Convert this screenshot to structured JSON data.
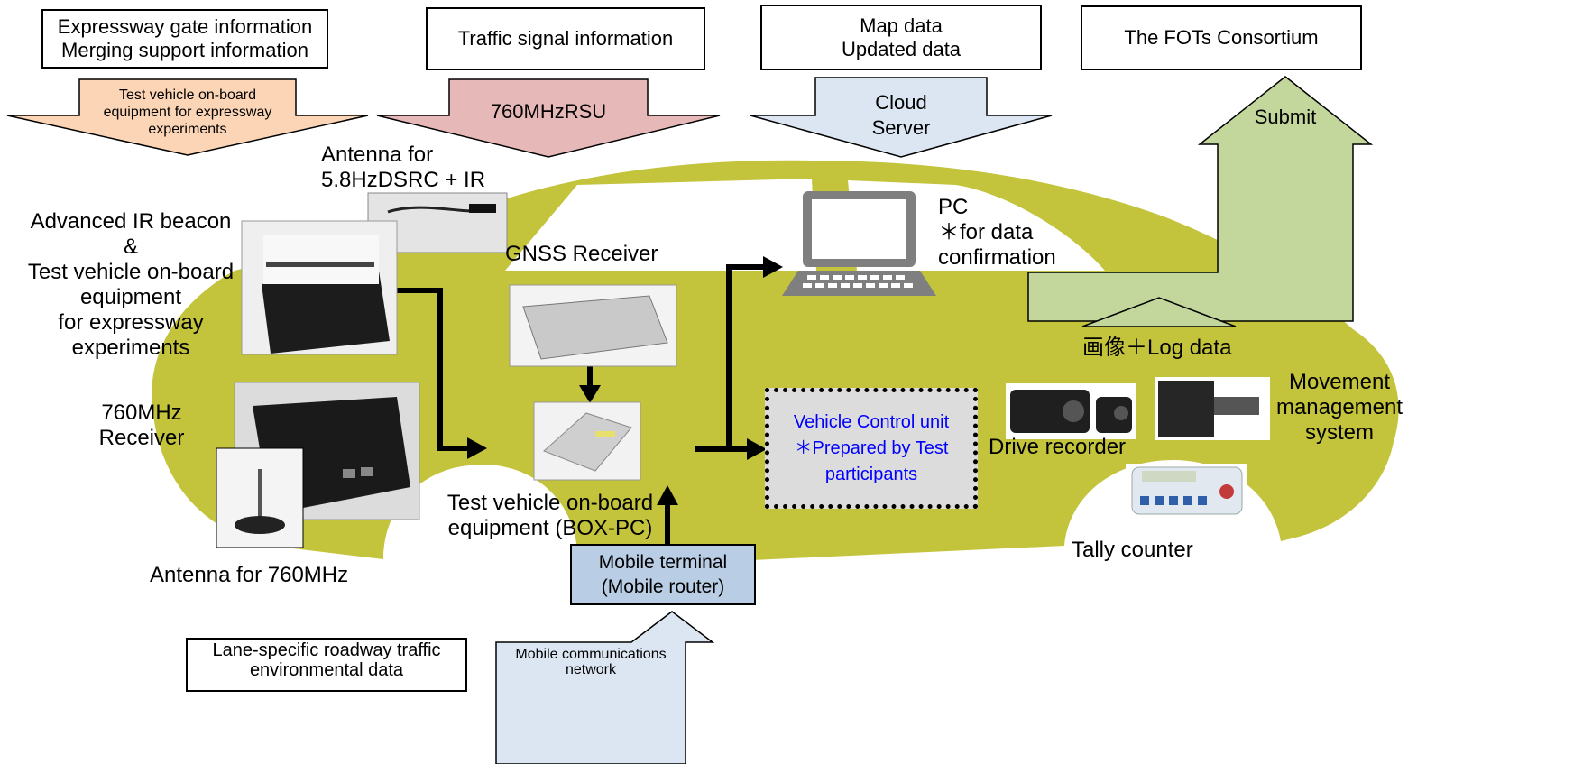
{
  "boxes": {
    "expressway_info": "Expressway gate information\nMerging support information",
    "traffic_signal": "Traffic signal information",
    "map_data": "Map data\nUpdated data",
    "fots": "The FOTs Consortium",
    "mobile_terminal": "Mobile terminal\n(Mobile router)",
    "lane_specific": "Lane-specific roadway traffic\nenvironmental data",
    "vehicle_control": "Vehicle Control unit\n＊Prepared by Test\nparticipants"
  },
  "arrows": {
    "test_vehicle_expressway": "Test vehicle on-board\nequipment  for expressway\nexperiments",
    "rsu": "760MHzRSU",
    "cloud": "Cloud\nServer",
    "submit": "Submit",
    "mobile_network": "Mobile communications\nnetwork"
  },
  "labels": {
    "antenna_dsrc": "Antenna for\n5.8HzDSRC + IR",
    "advanced_ir": "Advanced IR beacon\n&\nTest vehicle on-board\nequipment\nfor expressway\nexperiments",
    "gnss": "GNSS Receiver",
    "pc": "PC\n＊for data\nconfirmation",
    "image_log": "画像＋Log data",
    "movement": "Movement\nmanagement\nsystem",
    "receiver_760": "760MHz\nReceiver",
    "drive_recorder": "Drive recorder",
    "box_pc": "Test vehicle on-board\nequipment (BOX-PC)",
    "antenna_760": "Antenna for 760MHz",
    "tally": "Tally counter"
  },
  "colors": {
    "car": "#c3c33c",
    "orange_arrow": "#fbd5b5",
    "pink_arrow": "#e6b9b8",
    "blue_arrow": "#dce6f2",
    "green_arrow": "#c3d69b",
    "mobile_box": "#b9cde5",
    "vehicle_text": "#0000ff"
  }
}
